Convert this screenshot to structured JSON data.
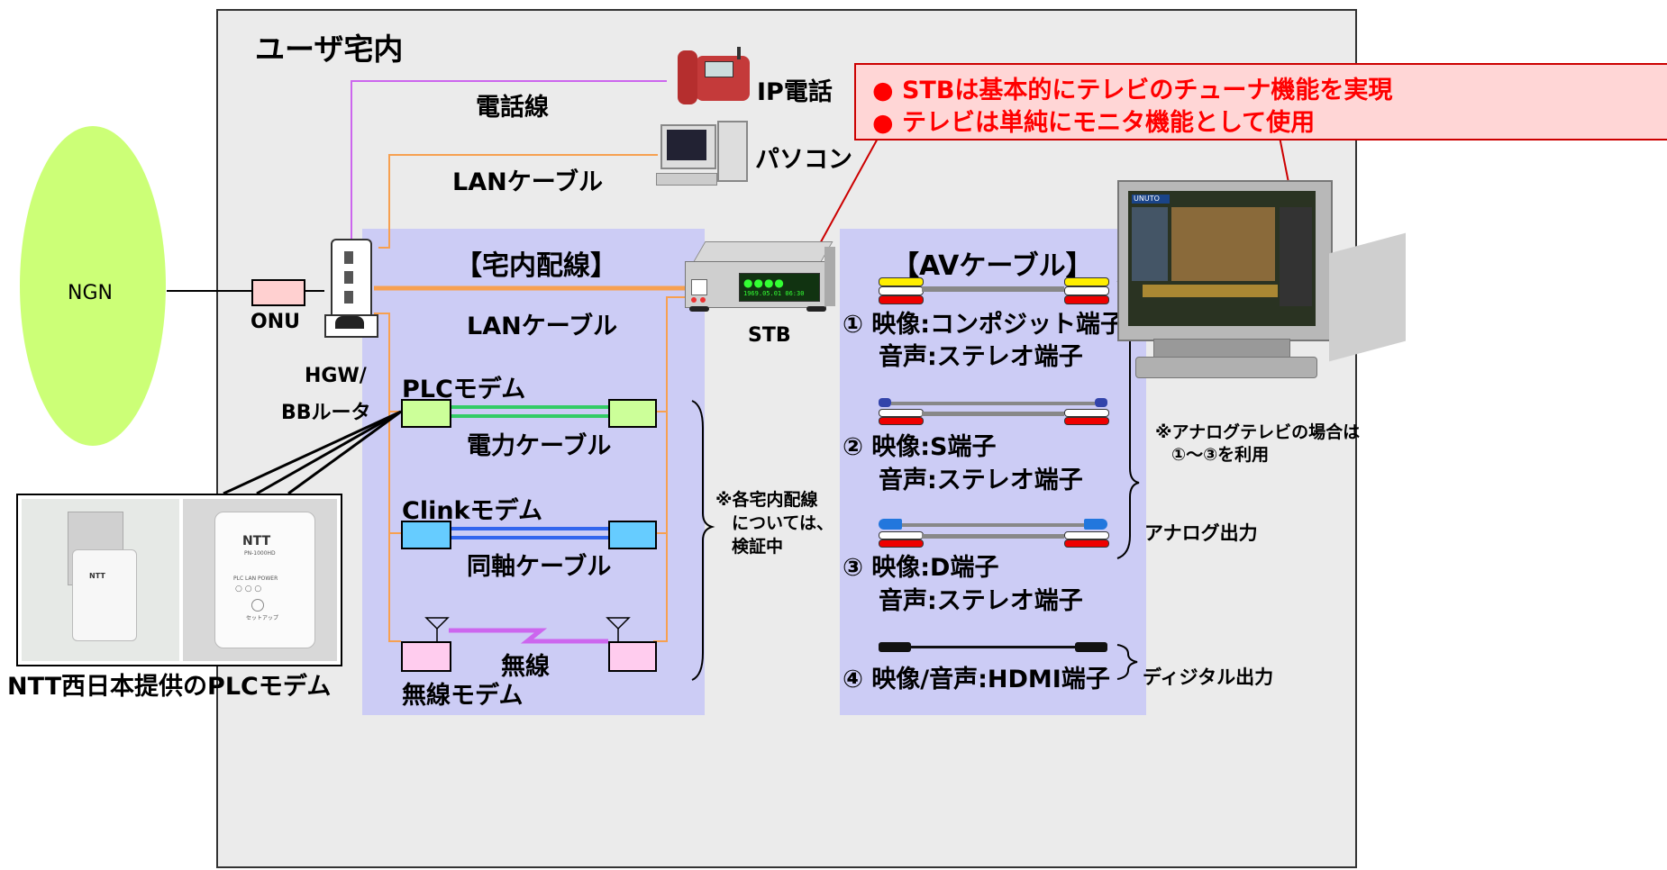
{
  "user_premises": {
    "title": "ユーザ宅内"
  },
  "ngn": {
    "label": "NGN"
  },
  "onu": {
    "label": "ONU"
  },
  "hgw": {
    "line1": "HGW/",
    "line2": "BBルータ"
  },
  "ip_phone": {
    "label": "IP電話",
    "line_label": "電話線"
  },
  "pc": {
    "label": "パソコン",
    "line_label": "LANケーブル"
  },
  "callout": {
    "line1": "STBは基本的にテレビのチューナ機能を実現",
    "line2": "テレビは単純にモニタ機能として使用",
    "bullet": "●"
  },
  "stb": {
    "label": "STB",
    "display_date": "1969.05.01",
    "display_time": "06:30"
  },
  "home_wiring": {
    "title": "【宅内配線】",
    "lan_label": "LANケーブル",
    "plc_modem": "PLCモデム",
    "power_cable": "電力ケーブル",
    "clink_modem": "Clinkモデム",
    "coax_cable": "同軸ケーブル",
    "wireless": "無線",
    "wireless_modem": "無線モデム",
    "note_line1": "※各宅内配線",
    "note_line2": "については、",
    "note_line3": "検証中"
  },
  "av_cables": {
    "title": "【AVケーブル】",
    "items": [
      {
        "video": "① 映像:コンポジット端子",
        "audio": "音声:ステレオ端子"
      },
      {
        "video": "② 映像:S端子",
        "audio": "音声:ステレオ端子"
      },
      {
        "video": "③ 映像:D端子",
        "audio": "音声:ステレオ端子"
      },
      {
        "video": "④ 映像/音声:HDMI端子",
        "audio": ""
      }
    ],
    "analog_note_line1": "※アナログテレビの場合は",
    "analog_note_line2": "①～③を利用",
    "analog_output": "アナログ出力",
    "digital_output": "ディジタル出力"
  },
  "tv": {
    "brand": "UNUTO"
  },
  "plc_photo": {
    "caption": "NTT西日本提供のPLCモデム",
    "brand": "NTT",
    "model": "PN-1000HD",
    "led_labels": "PLC LAN POWER",
    "setup": "セットアップ"
  },
  "colors": {
    "premises_bg": "#ebebeb",
    "wiring_bg": "#ccccf5",
    "ngn": "#ccff77",
    "onu": "#ffd0d0",
    "lan": "#f7a050",
    "phone_line": "#cc66ee",
    "callout_text": "#ff0000",
    "callout_bg": "#ffd6d6",
    "plc_modem": "#ccff99",
    "clink_modem": "#66ccff",
    "wireless_modem": "#ffccee"
  }
}
